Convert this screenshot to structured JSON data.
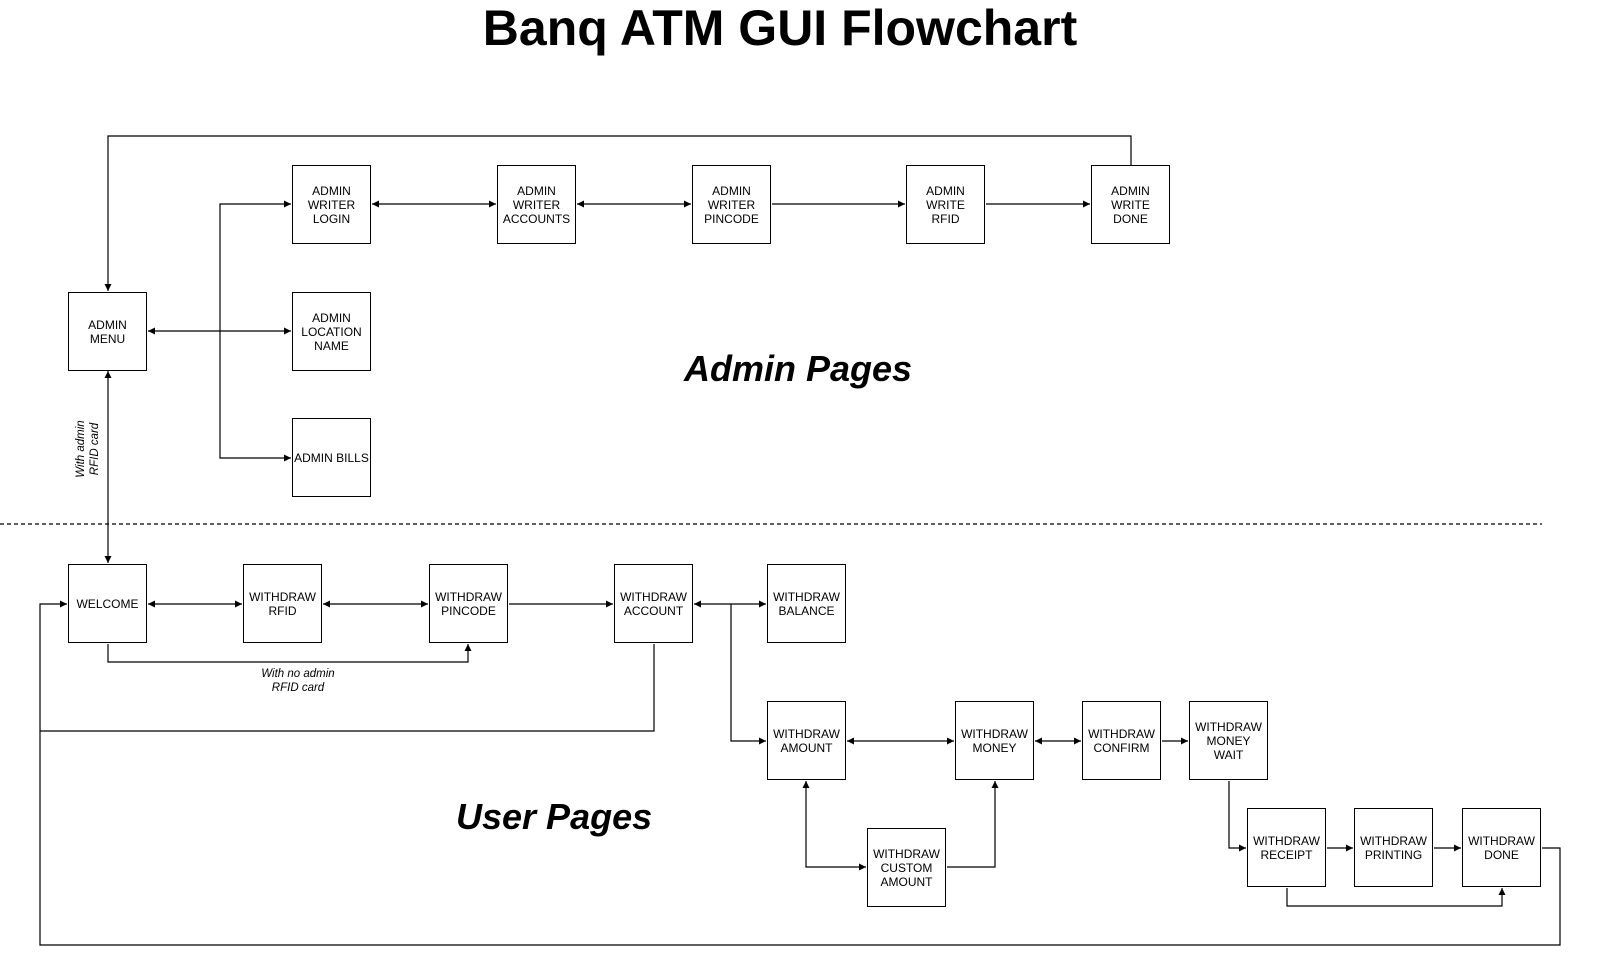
{
  "title": "Banq ATM GUI Flowchart",
  "sections": {
    "admin": "Admin Pages",
    "user": "User Pages"
  },
  "notes": {
    "admin_card": "With admin\nRFID card",
    "no_admin_card": "With no admin\nRFID card"
  },
  "nodes": {
    "admin_writer_login": "ADMIN\nWRITER\nLOGIN",
    "admin_writer_accounts": "ADMIN\nWRITER\nACCOUNTS",
    "admin_writer_pincode": "ADMIN\nWRITER\nPINCODE",
    "admin_write_rfid": "ADMIN\nWRITE\nRFID",
    "admin_write_done": "ADMIN\nWRITE\nDONE",
    "admin_menu": "ADMIN MENU",
    "admin_location_name": "ADMIN\nLOCATION\nNAME",
    "admin_bills": "ADMIN BILLS",
    "welcome": "WELCOME",
    "withdraw_rfid": "WITHDRAW\nRFID",
    "withdraw_pincode": "WITHDRAW\nPINCODE",
    "withdraw_account": "WITHDRAW\nACCOUNT",
    "withdraw_balance": "WITHDRAW\nBALANCE",
    "withdraw_amount": "WITHDRAW\nAMOUNT",
    "withdraw_money": "WITHDRAW\nMONEY",
    "withdraw_confirm": "WITHDRAW\nCONFIRM",
    "withdraw_money_wait": "WITHDRAW\nMONEY\nWAIT",
    "withdraw_custom_amount": "WITHDRAW\nCUSTOM\nAMOUNT",
    "withdraw_receipt": "WITHDRAW\nRECEIPT",
    "withdraw_printing": "WITHDRAW\nPRINTING",
    "withdraw_done": "WITHDRAW\nDONE"
  },
  "colors": {
    "line": "#000000",
    "background": "#ffffff"
  }
}
